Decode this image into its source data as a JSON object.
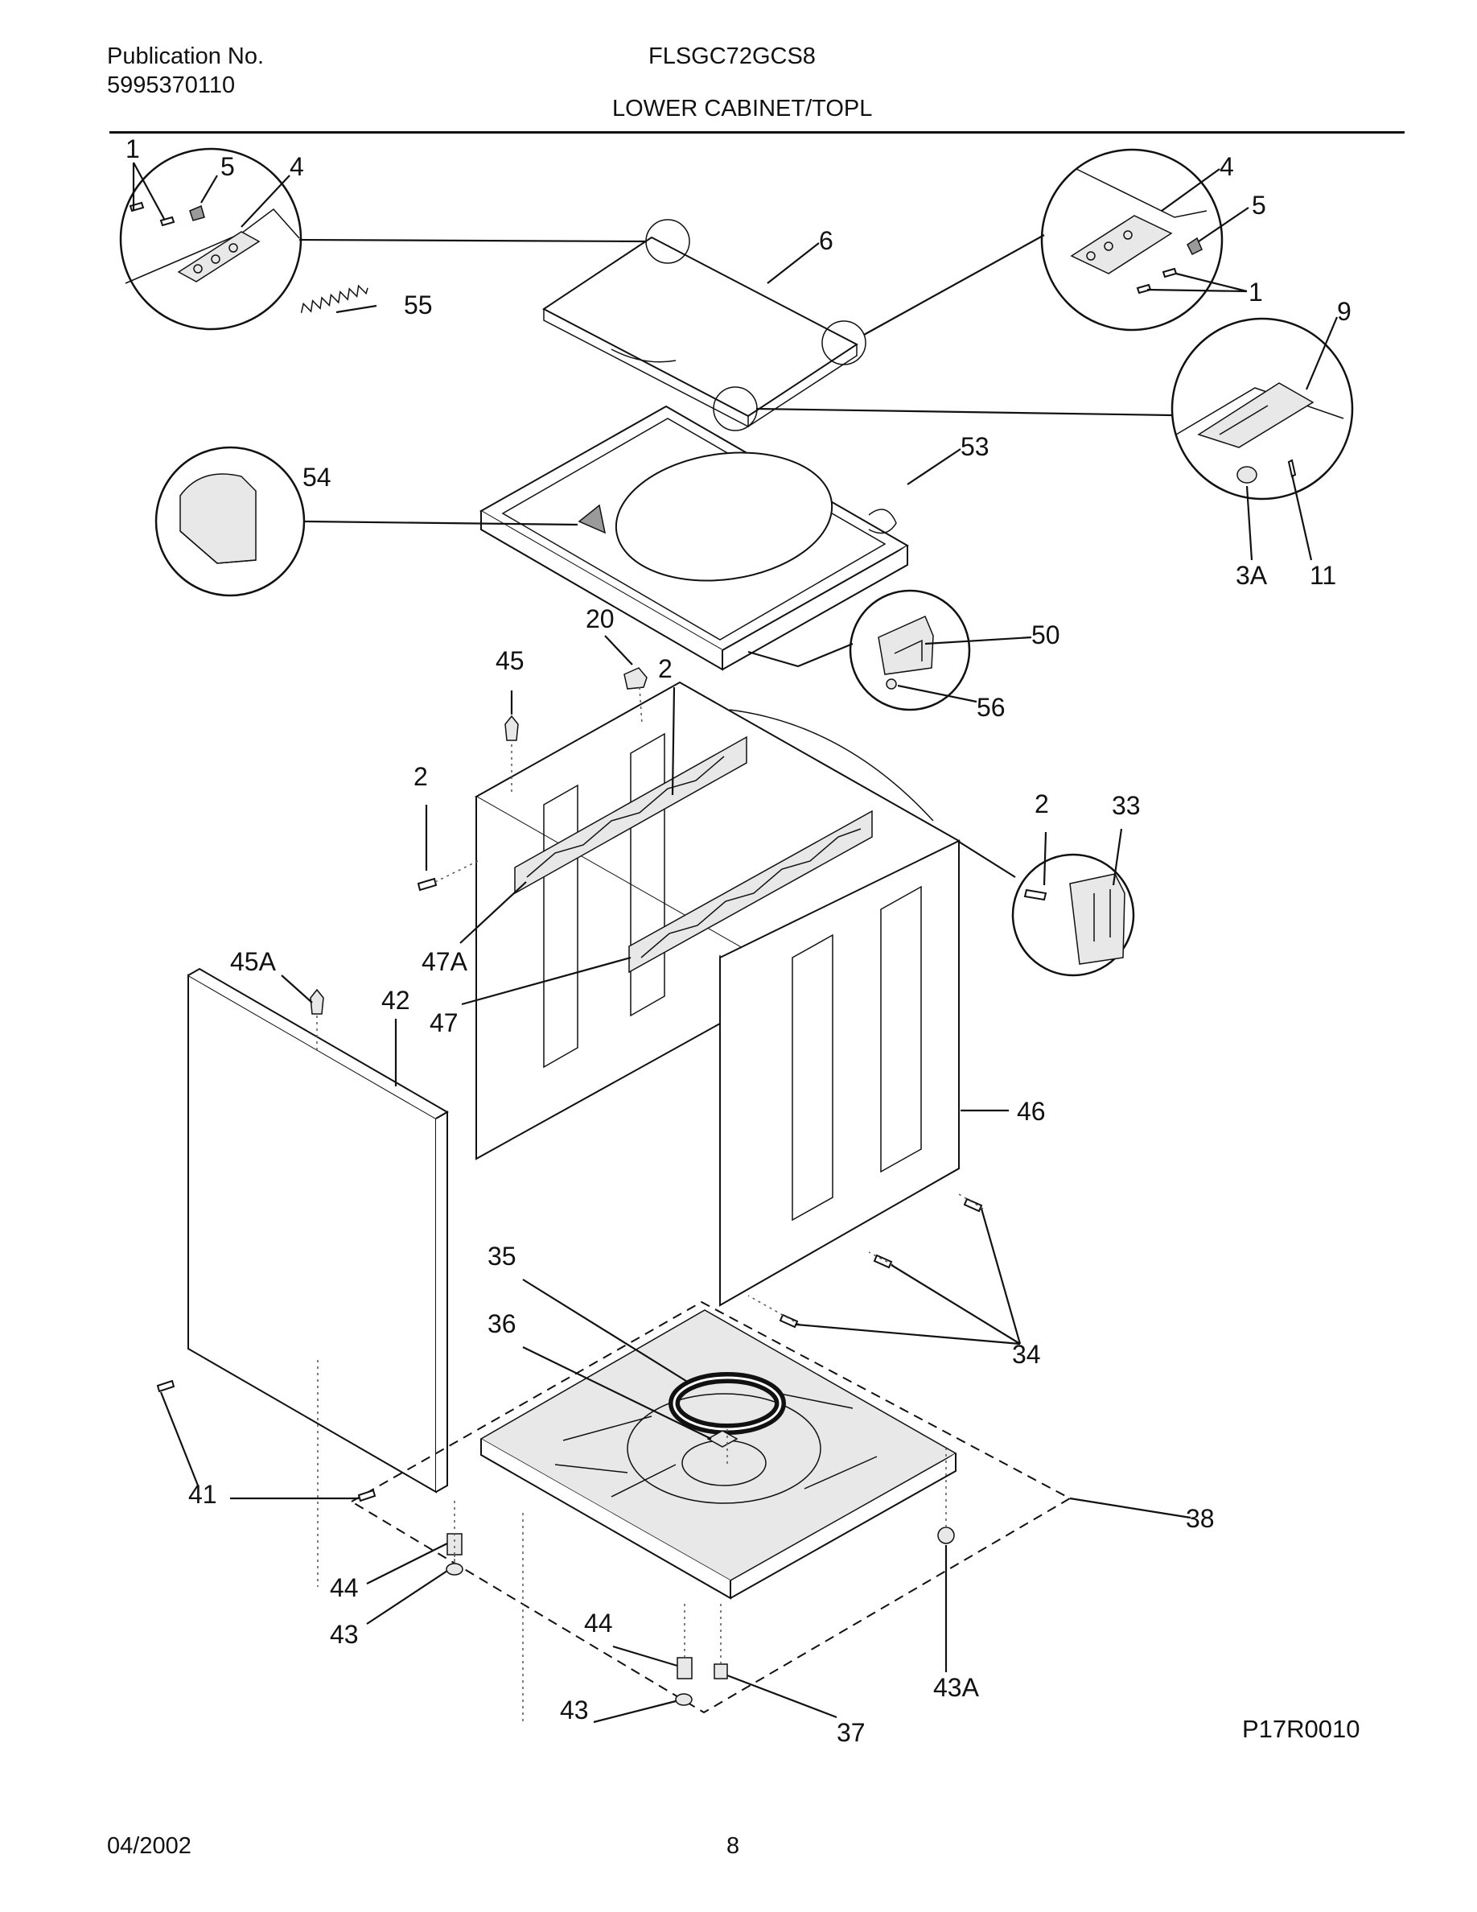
{
  "header": {
    "publication_label": "Publication No.",
    "publication_number": "5995370110",
    "model": "FLSGC72GCS8",
    "section_title": "LOWER CABINET/TOPL"
  },
  "diagram": {
    "callouts": [
      "1",
      "5",
      "4",
      "55",
      "6",
      "4",
      "5",
      "1",
      "9",
      "53",
      "54",
      "3A",
      "11",
      "20",
      "50",
      "56",
      "45",
      "2",
      "2",
      "2",
      "33",
      "45A",
      "47A",
      "42",
      "47",
      "46",
      "35",
      "36",
      "34",
      "41",
      "38",
      "44",
      "43",
      "44",
      "43A",
      "43",
      "37"
    ],
    "figure_code": "P17R0010"
  },
  "footer": {
    "date": "04/2002",
    "page_number": "8"
  }
}
